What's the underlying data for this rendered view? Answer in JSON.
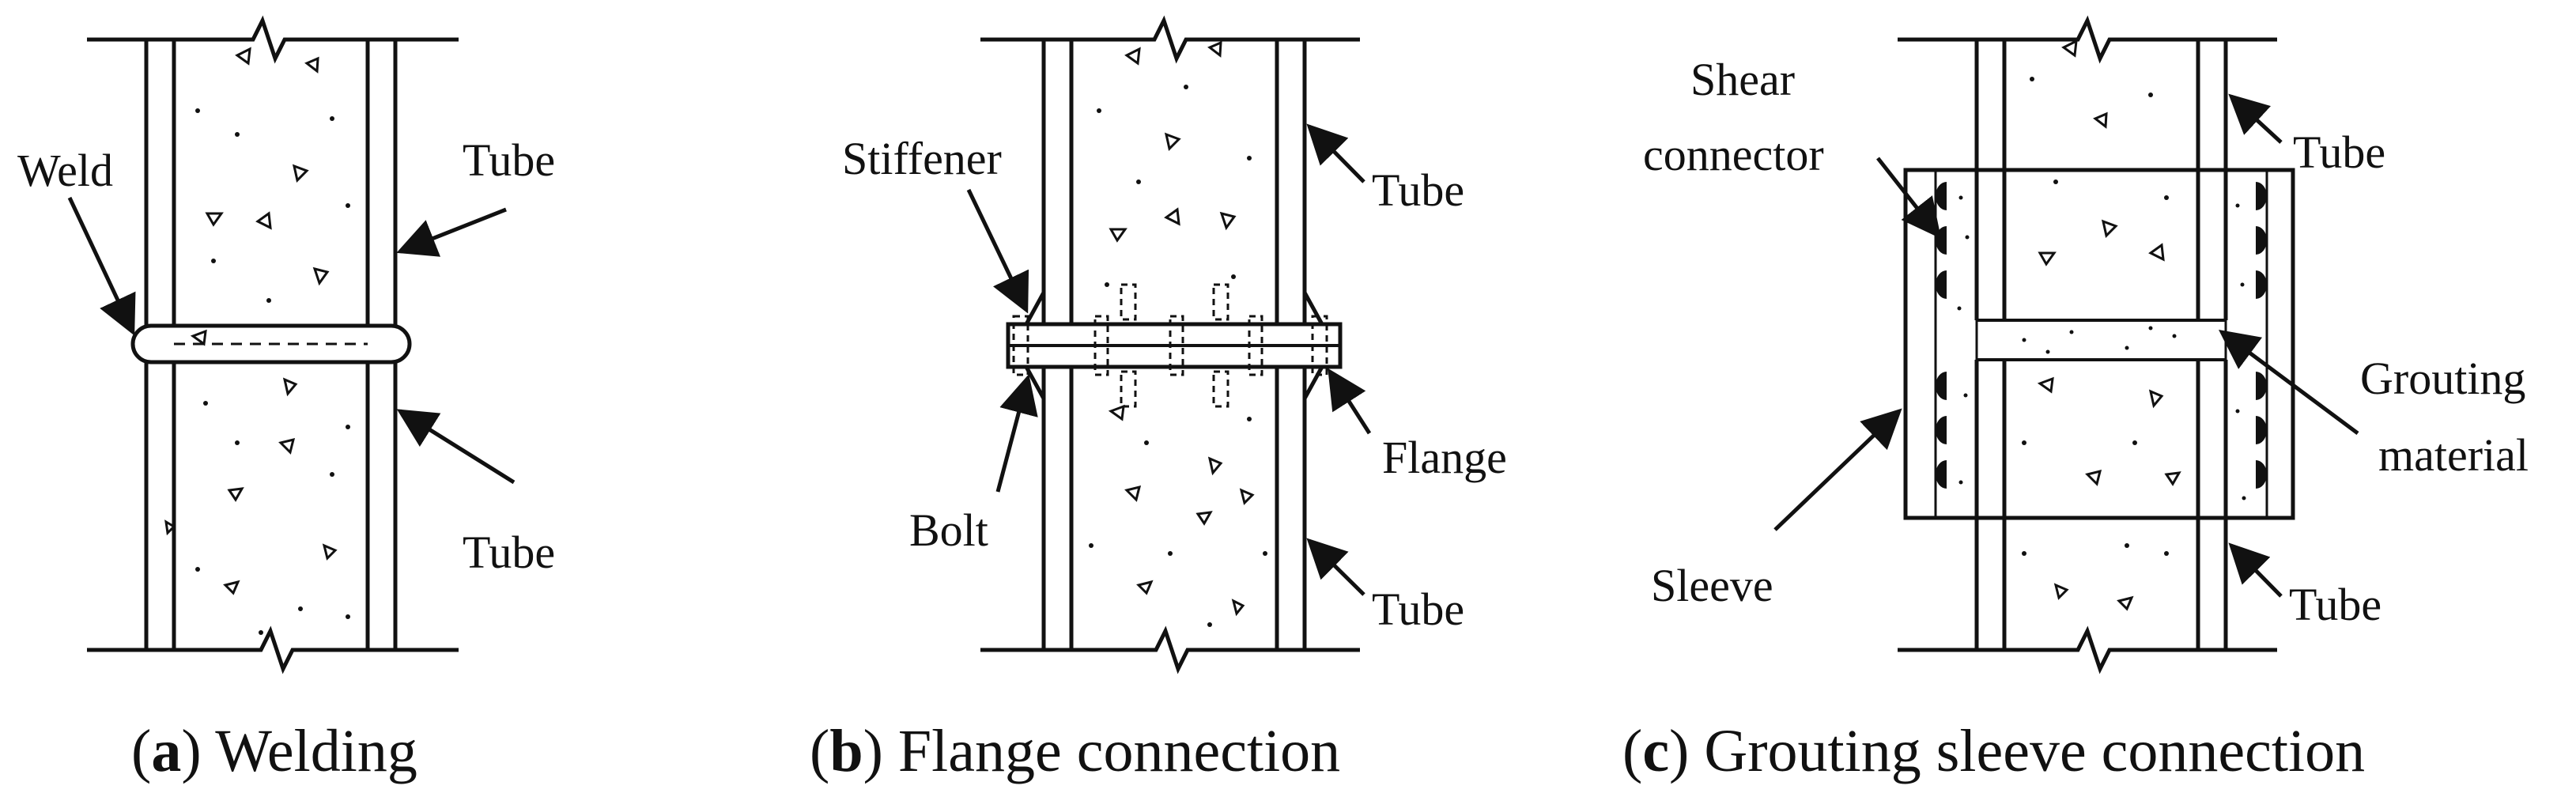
{
  "panels": {
    "a": {
      "caption_letter": "a",
      "caption_text": "Welding",
      "labels": {
        "weld": "Weld",
        "tube_top": "Tube",
        "tube_bottom": "Tube"
      }
    },
    "b": {
      "caption_letter": "b",
      "caption_text": "Flange connection",
      "labels": {
        "stiffener": "Stiffener",
        "tube_top": "Tube",
        "flange": "Flange",
        "bolt": "Bolt",
        "tube_bottom": "Tube"
      }
    },
    "c": {
      "caption_letter": "c",
      "caption_text": "Grouting sleeve connection",
      "labels": {
        "shear_line1": "Shear",
        "shear_line2": "connector",
        "tube_top": "Tube",
        "grouting_line1": "Grouting",
        "grouting_line2": "material",
        "sleeve": "Sleeve",
        "tube_bottom": "Tube"
      }
    }
  },
  "colors": {
    "ink": "#111111",
    "background": "#ffffff"
  }
}
